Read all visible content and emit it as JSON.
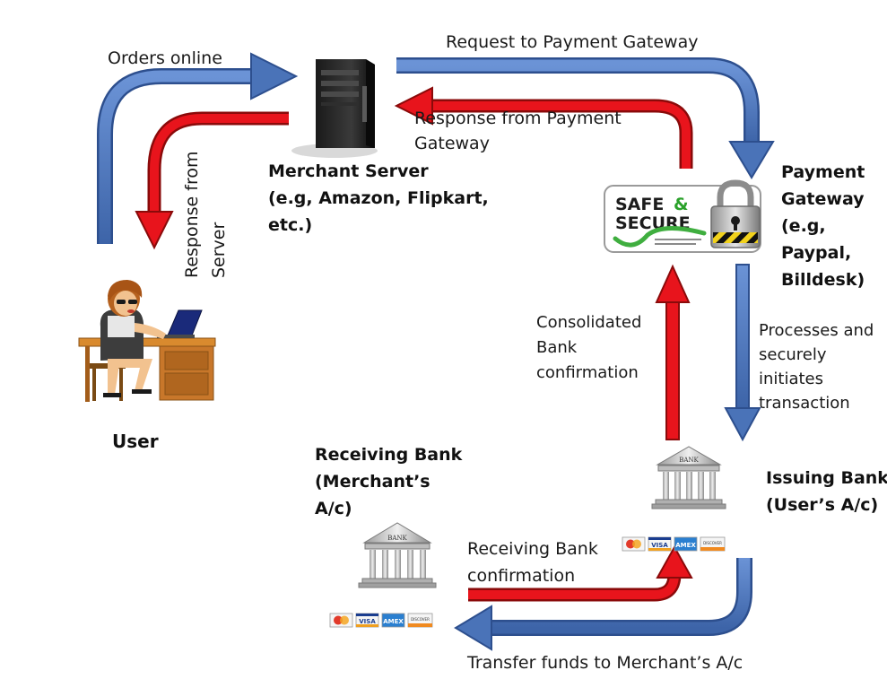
{
  "nodes": {
    "user": {
      "label": "User"
    },
    "merchant_server": {
      "label": "Merchant Server\n(e.g, Amazon, Flipkart,\netc.)"
    },
    "payment_gateway": {
      "label": "Payment\nGateway\n(e.g,\nPaypal,\nBilldesk)",
      "badge_line1": "SAFE",
      "badge_amp": "&",
      "badge_line2": "SECURE"
    },
    "issuing_bank": {
      "label": "Issuing Bank\n(User’s A/c)",
      "pediment_text": "BANK"
    },
    "receiving_bank": {
      "label": "Receiving Bank\n(Merchant’s\nA/c)",
      "pediment_text": "BANK"
    }
  },
  "cards": [
    "VISA",
    "AMEX",
    "DISCOVER"
  ],
  "edges": {
    "orders_online": "Orders online",
    "response_from_server": "Response from\nServer",
    "request_to_gateway": "Request to Payment Gateway",
    "response_from_gateway": "Response from Payment\nGateway",
    "processes": "Processes and\nsecurely\ninitiates\ntransaction",
    "consolidated": "Consolidated\nBank\nconfirmation",
    "receiving_confirmation": "Receiving Bank\nconfirmation",
    "transfer_funds": "Transfer funds to Merchant’s A/c"
  },
  "colors": {
    "blue_arrow": "#4a73b8",
    "blue_arrow_edge": "#2d4f8e",
    "red_arrow": "#e8141c",
    "red_arrow_edge": "#8a0a0a",
    "text": "#1a1a1a"
  }
}
